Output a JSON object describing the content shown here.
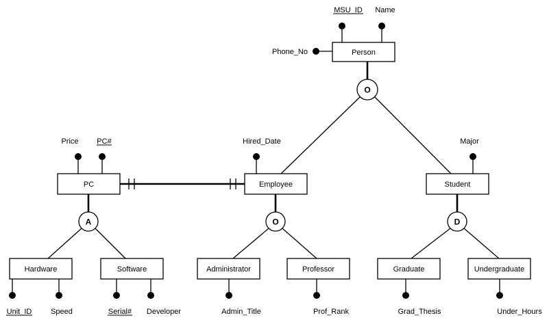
{
  "entities": {
    "person": "Person",
    "employee": "Employee",
    "student": "Student",
    "pc": "PC",
    "hardware": "Hardware",
    "software": "Software",
    "administrator": "Administrator",
    "professor": "Professor",
    "graduate": "Graduate",
    "undergraduate": "Undergraduate"
  },
  "attributes": {
    "msu_id": "MSU_ID",
    "name": "Name",
    "phone_no": "Phone_No",
    "hired_date": "Hired_Date",
    "major": "Major",
    "price": "Price",
    "pc_num": "PC#",
    "unit_id": "Unit_ID",
    "speed": "Speed",
    "serial_num": "Serial#",
    "developer": "Developer",
    "admin_title": "Admin_Title",
    "prof_rank": "Prof_Rank",
    "grad_thesis": "Grad_Thesis",
    "under_hours": "Under_Hours"
  },
  "specializations": {
    "person": "O",
    "pc": "A",
    "employee": "O",
    "student": "D"
  }
}
